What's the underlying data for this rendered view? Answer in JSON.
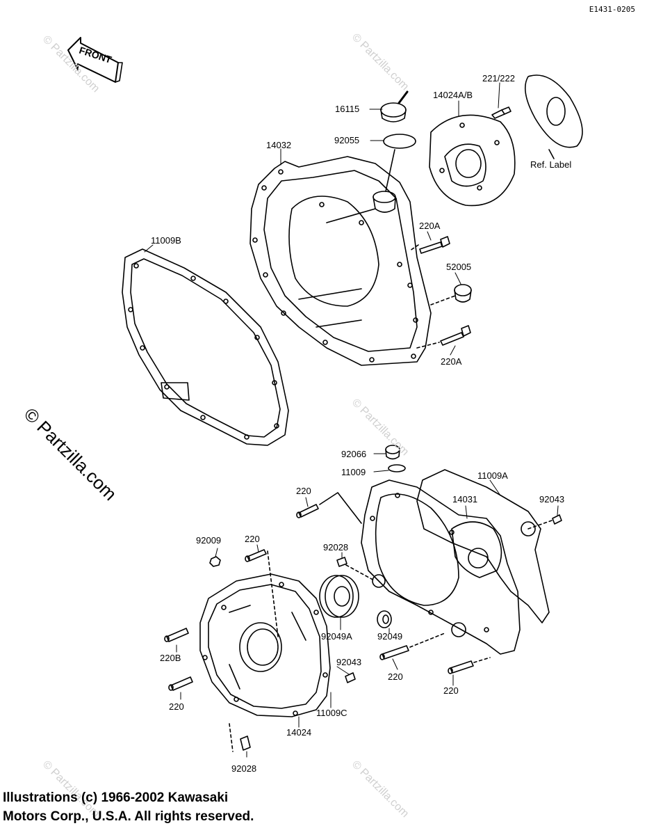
{
  "figure_id": "E1431-0205",
  "front_marker": "FRONT",
  "watermark": "© Partzilla.com",
  "copyright_lines": [
    "Illustrations (c) 1966-2002 Kawasaki",
    "Motors Corp., U.S.A.  All rights reserved."
  ],
  "part_labels": {
    "p16115": "16115",
    "p92055": "92055",
    "p14032": "14032",
    "p14024ab": "14024A/B",
    "p221_222": "221/222",
    "ref_label": "Ref. Label",
    "p220a_top": "220A",
    "p52005": "52005",
    "p220a_bottom": "220A",
    "p11009b": "11009B",
    "p92066": "92066",
    "p11009": "11009",
    "p11009a": "11009A",
    "p92043_right": "92043",
    "p14031": "14031",
    "p220_upper": "220",
    "p92009": "92009",
    "p220_left_upper": "220",
    "p92028_upper": "92028",
    "p92049a": "92049A",
    "p92049": "92049",
    "p220b": "220B",
    "p220_left_lower": "220",
    "p92043_left": "92043",
    "p11009c": "11009C",
    "p14024": "14024",
    "p92028_lower": "92028",
    "p220_mid": "220",
    "p220_right": "220"
  }
}
